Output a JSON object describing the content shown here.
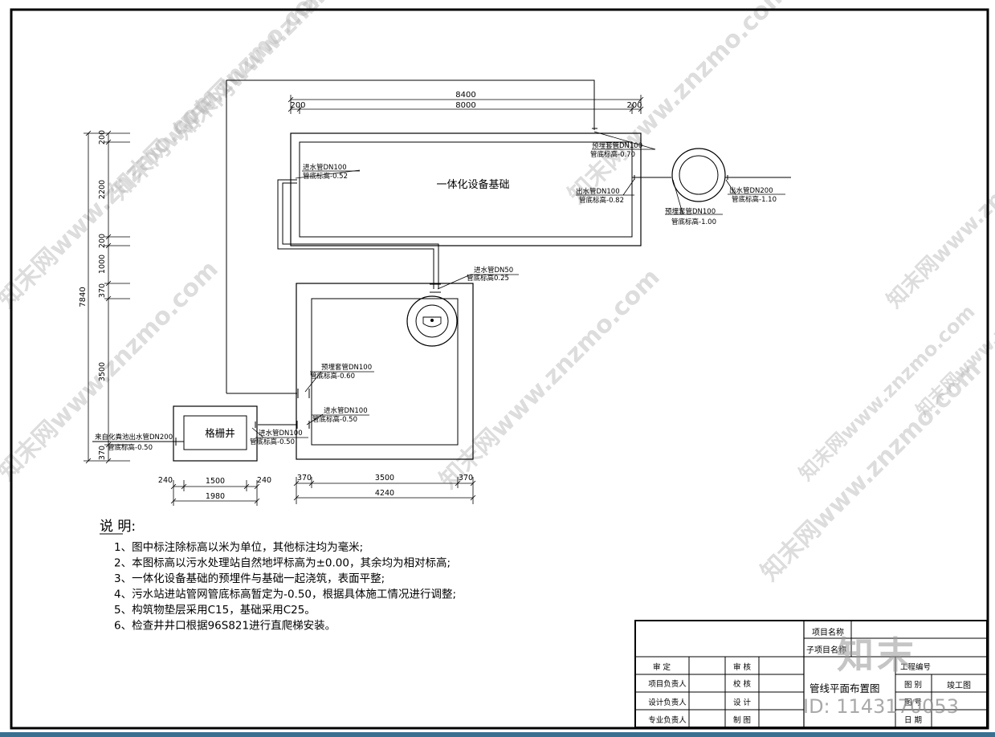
{
  "dimensions": {
    "top_total": "8400",
    "top_inner": "8000",
    "top_left_wall": "200",
    "top_right_wall": "200",
    "left_total": "7840",
    "left_segments": [
      "200",
      "2200",
      "200",
      "1000",
      "370",
      "3500",
      "370"
    ],
    "grid_width": "1500",
    "grid_total": "1980",
    "grid_left_wall": "240",
    "grid_right_wall": "240",
    "tank_left_wall": "370",
    "tank_inner": "3500",
    "tank_right_wall": "370",
    "tank_total": "4240"
  },
  "labels": {
    "equipment_foundation": "一体化设备基础",
    "grid_well": "格栅井",
    "foundation_inlet_line1": "进水管DN100",
    "foundation_inlet_line2": "管底标高-0.52",
    "foundation_sleeve_line1": "预埋套管DN100",
    "foundation_sleeve_line2": "管底标高-0.70",
    "foundation_outlet_line1": "出水管DN100",
    "foundation_outlet_line2": "管底标高-0.82",
    "manhole_sleeve_line1": "预埋套管DN100",
    "manhole_sleeve_line2": "管底标高-1.00",
    "manhole_outlet_line1": "出水管DN200",
    "manhole_outlet_line2": "管底标高-1.10",
    "tank_inlet50_line1": "进水管DN50",
    "tank_inlet50_line2": "管底标高0.25",
    "tank_sleeve_line1": "预埋套管DN100",
    "tank_sleeve_line2": "管底标高-0.60",
    "tank_inlet_line1": "进水管DN100",
    "tank_inlet_line2": "管底标高-0.50",
    "grid_outlet_line1": "进水管DN100",
    "grid_outlet_line2": "管底标高-0.50",
    "septic_line1": "来自化粪池出水管DN200",
    "septic_line2": "管底标高-0.50"
  },
  "notes": {
    "title": "说  明:",
    "items": [
      "1、图中标注除标高以米为单位，其他标注均为毫米;",
      "2、本图标高以污水处理站自然地坪标高为±0.00，其余均为相对标高;",
      "3、一体化设备基础的预埋件与基础一起浇筑，表面平整;",
      "4、污水站进站管网管底标高暂定为-0.50，根据具体施工情况进行调整;",
      "5、构筑物垫层采用C15，基础采用C25。",
      "6、检查井井口根据96S821进行直爬梯安装。"
    ]
  },
  "title_block": {
    "project_name": "项目名称",
    "sub_project_name": "子项目名称",
    "drawing_title": "管线平面布置图",
    "approve": "审  定",
    "project_lead": "项目负责人",
    "design_lead": "设计负责人",
    "discipline_lead": "专业负责人",
    "review": "审  核",
    "check": "校  核",
    "design": "设  计",
    "draft": "制  图",
    "project_no": "工程编号",
    "category": "图  别",
    "category_value": "竣工图",
    "drawing_no": "图  号",
    "date": "日  期"
  },
  "watermarks": {
    "site": "知末网www.znzmo.com",
    "brand": "知末",
    "id": "ID: 1143170053"
  }
}
